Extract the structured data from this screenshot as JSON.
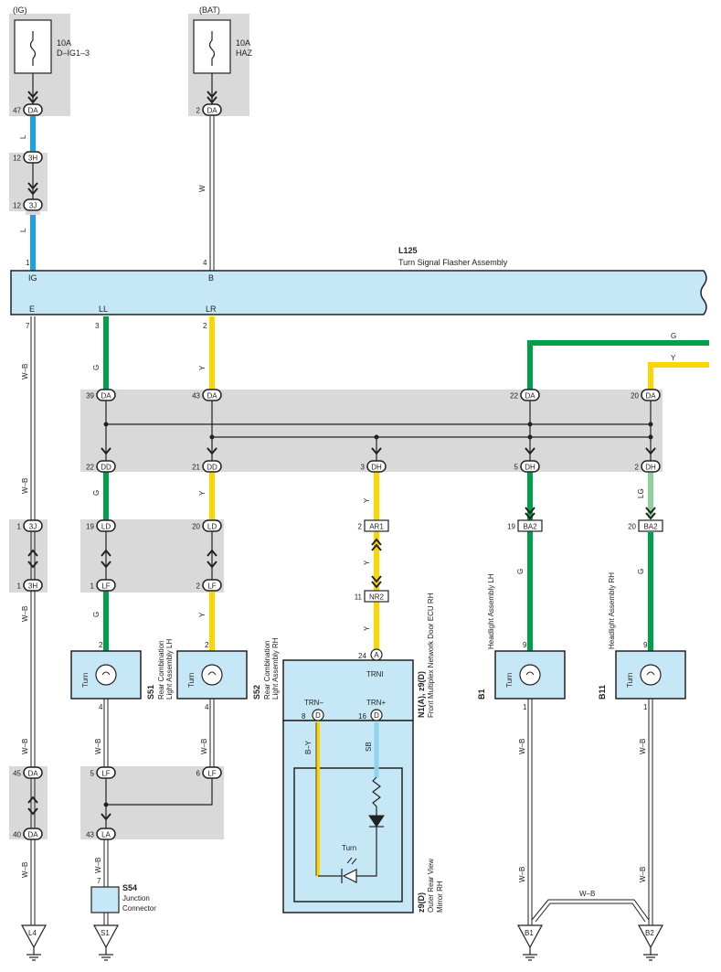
{
  "colors": {
    "blue": "#1aa3dd",
    "green": "#00a04a",
    "yellow": "#ffd500",
    "ltgreen": "#8fd19e",
    "ltblue": "#8fd3ef",
    "box": "#c6e8f6",
    "gray": "#d9d9d9"
  },
  "fuses": {
    "ig": {
      "source": "(IG)",
      "rating": "10A",
      "name": "D–IG1–3",
      "pin": "47",
      "conn": "DA"
    },
    "bat": {
      "source": "(BAT)",
      "rating": "10A",
      "name": "HAZ",
      "pin": "2",
      "conn": "DA"
    }
  },
  "ig_wire": {
    "color_label_1": "L",
    "color_label_2": "L",
    "c1": {
      "pin": "12",
      "conn": "3H"
    },
    "c2": {
      "pin": "12",
      "conn": "3J"
    },
    "end_pin": "1"
  },
  "bat_wire": {
    "color_label": "W",
    "end_pin": "4"
  },
  "flasher": {
    "id": "L125",
    "name": "Turn Signal Flasher Assembly",
    "term_ig": "IG",
    "term_b": "B",
    "term_e": "E",
    "term_ll": "LL",
    "term_lr": "LR",
    "pin_e": "7",
    "pin_ll": "3",
    "pin_lr": "2"
  },
  "wires": {
    "wb": "W–B",
    "g": "G",
    "y": "Y",
    "lg": "LG",
    "by": "B–Y",
    "sb": "SB"
  },
  "connectors": {
    "da39": {
      "pin": "39",
      "conn": "DA"
    },
    "da43": {
      "pin": "43",
      "conn": "DA"
    },
    "da22": {
      "pin": "22",
      "conn": "DA"
    },
    "da20": {
      "pin": "20",
      "conn": "DA"
    },
    "dd22": {
      "pin": "22",
      "conn": "DD"
    },
    "dd21": {
      "pin": "21",
      "conn": "DD"
    },
    "dh3": {
      "pin": "3",
      "conn": "DH"
    },
    "dh5": {
      "pin": "5",
      "conn": "DH"
    },
    "dh2": {
      "pin": "2",
      "conn": "DH"
    },
    "j3_1": {
      "pin": "1",
      "conn": "3J"
    },
    "h3_1": {
      "pin": "1",
      "conn": "3H"
    },
    "ld19": {
      "pin": "19",
      "conn": "LD"
    },
    "ld20": {
      "pin": "20",
      "conn": "LD"
    },
    "lf1": {
      "pin": "1",
      "conn": "LF"
    },
    "lf2": {
      "pin": "2",
      "conn": "LF"
    },
    "ar1": {
      "pin": "2",
      "conn": "AR1"
    },
    "nr2": {
      "pin": "11",
      "conn": "NR2"
    },
    "ba2_19": {
      "pin": "19",
      "conn": "BA2"
    },
    "ba2_20": {
      "pin": "20",
      "conn": "BA2"
    },
    "da45": {
      "pin": "45",
      "conn": "DA"
    },
    "da40": {
      "pin": "40",
      "conn": "DA"
    },
    "lf5": {
      "pin": "5",
      "conn": "LF"
    },
    "lf6": {
      "pin": "6",
      "conn": "LF"
    },
    "la43": {
      "pin": "43",
      "conn": "LA"
    }
  },
  "components": {
    "s51": {
      "id": "S51",
      "line1": "Rear Combination",
      "line2": "Light Assembly LH",
      "label": "Turn",
      "pin_top": "2",
      "pin_bot": "4"
    },
    "s52": {
      "id": "S52",
      "line1": "Rear Combination",
      "line2": "Light Assembly RH",
      "label": "Turn",
      "pin_top": "2",
      "pin_bot": "4"
    },
    "n1": {
      "id": "N1(A), z9(D)",
      "line1": "Front Multiplex Network Door ECU RH",
      "pin_top": "24",
      "conn_top": "A",
      "term_top": "TRNI",
      "term_l": "TRN–",
      "term_r": "TRN+",
      "pin_l": "8",
      "pin_r": "16",
      "conn_lr": "D"
    },
    "z9": {
      "id": "z9(D)",
      "line1": "Outer Rear View",
      "line2": "Mirror RH",
      "label": "Turn"
    },
    "b1": {
      "id": "B1",
      "line1": "Headlight Assembly LH",
      "label": "Turn",
      "pin_top": "9",
      "pin_bot": "1"
    },
    "b11": {
      "id": "B11",
      "line1": "Headlight Assembly RH",
      "label": "Turn",
      "pin_top": "9",
      "pin_bot": "1"
    },
    "s54": {
      "id": "S54",
      "line1": "Junction",
      "line2": "Connector",
      "pin": "7"
    }
  },
  "grounds": {
    "l4": "L4",
    "s1": "S1",
    "b1": "B1",
    "b2": "B2"
  }
}
